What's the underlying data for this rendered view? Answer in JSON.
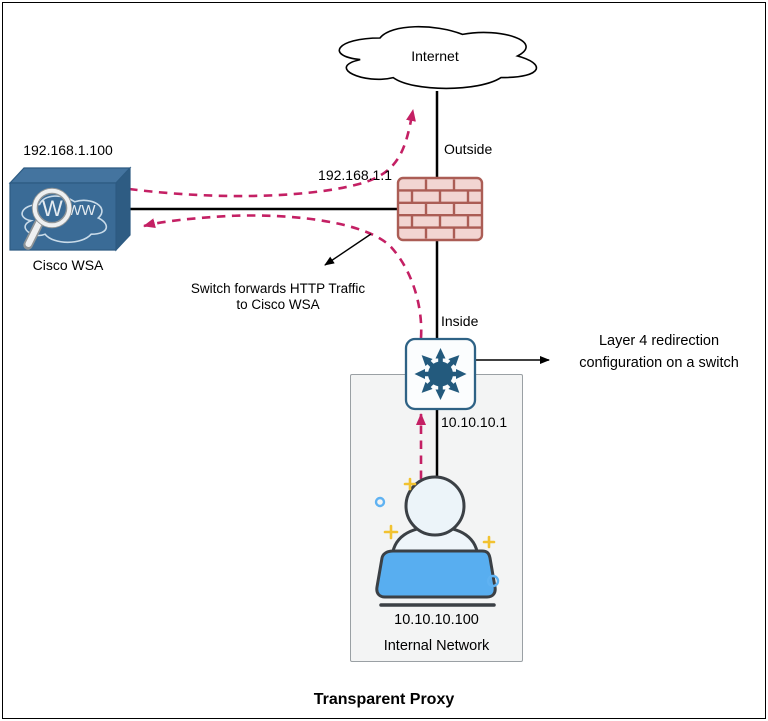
{
  "diagram_title": "Transparent Proxy",
  "internet": {
    "label": "Internet"
  },
  "firewall": {
    "outside_label": "Outside",
    "outside_ip": "192.168.1.1"
  },
  "wsa": {
    "ip": "192.168.1.100",
    "label": "Cisco WSA",
    "cloud_text_big": "W",
    "cloud_text_small": "WW"
  },
  "switch_node": {
    "inside_label": "Inside",
    "ip": "10.10.10.1"
  },
  "internal_network": {
    "ip": "10.10.10.100",
    "label": "Internal Network"
  },
  "annotations": {
    "forward_line1": "Switch forwards HTTP Traffic",
    "forward_line2": "to Cisco WSA",
    "layer4_line1": "Layer 4 redirection",
    "layer4_line2": "configuration on a switch"
  },
  "colors": {
    "traffic_dash": "#c42064",
    "connector": "#000000",
    "wsa_front": "#3a6b96",
    "wsa_top": "#44749f",
    "wsa_side": "#2e5c83",
    "firewall_fill": "#f2d5d2",
    "firewall_brick": "#ab5d55",
    "switch_icon": "#235a7d",
    "switch_border": "#2e6285",
    "laptop": "#58aef0",
    "panel_fill": "#f3f4f4",
    "sparkle_yellow": "#f2c230",
    "sparkle_blue": "#5fb2f2"
  }
}
